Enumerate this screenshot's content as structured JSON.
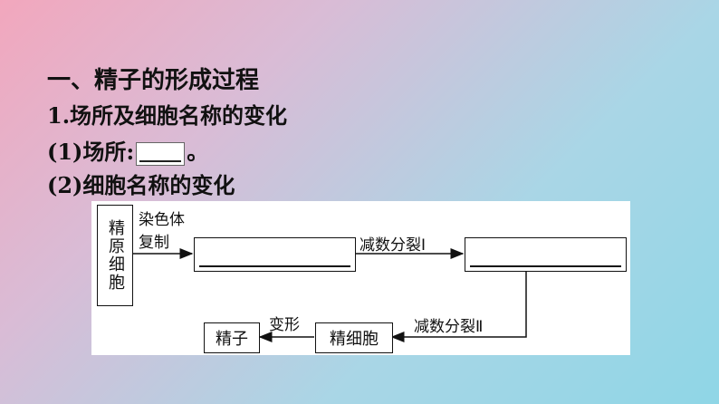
{
  "heading": "一、精子的形成过程",
  "subheading": "1.场所及细胞名称的变化",
  "q1_prefix": "(1)场所:",
  "q1_suffix": "。",
  "q2": "(2)细胞名称的变化",
  "diagram": {
    "start_cell": "精原细胞",
    "step1_label_line1": "染色体",
    "step1_label_line2": "复制",
    "step2_label": "减数分裂Ⅰ",
    "step3_label": "减数分裂Ⅱ",
    "spermatid": "精细胞",
    "step4_label": "变形",
    "sperm": "精子"
  }
}
